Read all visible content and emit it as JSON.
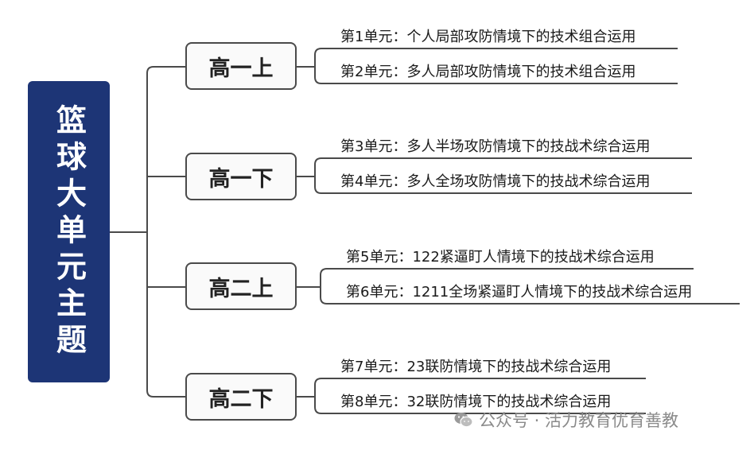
{
  "root_title": "篮球大单元主题",
  "terms": [
    {
      "label": "高一上",
      "units": [
        "第1单元：个人局部攻防情境下的技术组合运用",
        "第2单元：多人局部攻防情境下的技术组合运用"
      ]
    },
    {
      "label": "高一下",
      "units": [
        "第3单元：多人半场攻防情境下的技战术综合运用",
        "第4单元：多人全场攻防情境下的技战术综合运用"
      ]
    },
    {
      "label": "高二上",
      "units": [
        "第5单元：122紧逼盯人情境下的技战术综合运用",
        "第6单元：1211全场紧逼盯人情境下的技战术综合运用"
      ]
    },
    {
      "label": "高二下",
      "units": [
        "第7单元：23联防情境下的技战术综合运用",
        "第8单元：32联防情境下的技战术综合运用"
      ]
    }
  ],
  "watermark": {
    "icon": "wechat-icon",
    "text": "公众号 · 活力教育优育善教"
  },
  "colors": {
    "root_fill": "#1d3576",
    "root_text": "#ffffff",
    "line": "#4a4a4a",
    "box_border": "#4a4a4a",
    "watermark": "#8a8a8a"
  }
}
